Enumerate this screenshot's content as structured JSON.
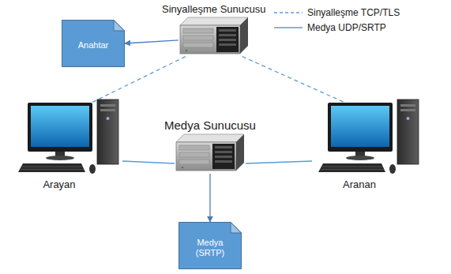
{
  "diagram": {
    "nodes": [
      {
        "text": [
          "Sinyalleşme Sunucusu"
        ]
      },
      {
        "text": [
          "Anahtar"
        ]
      },
      {
        "text": [
          "Medya Sunucusu"
        ]
      },
      {
        "text": [
          "Arayan"
        ]
      },
      {
        "text": [
          "Aranan"
        ]
      },
      {
        "text": [
          "Medya (SRTP)"
        ]
      }
    ],
    "edges": [
      {
        "from": 0,
        "to": 1,
        "arrow": "to"
      },
      {
        "from": 0,
        "to": 3,
        "arrow": "none"
      },
      {
        "from": 0,
        "to": 4,
        "arrow": "none"
      },
      {
        "from": 3,
        "to": 2,
        "arrow": "none"
      },
      {
        "from": 2,
        "to": 4,
        "arrow": "none"
      },
      {
        "from": 2,
        "to": 5,
        "arrow": "to"
      }
    ],
    "legend": [
      {
        "text": "Sinyalleşme TCP/TLS"
      },
      {
        "text": "Medya UDP/SRTP"
      }
    ]
  }
}
